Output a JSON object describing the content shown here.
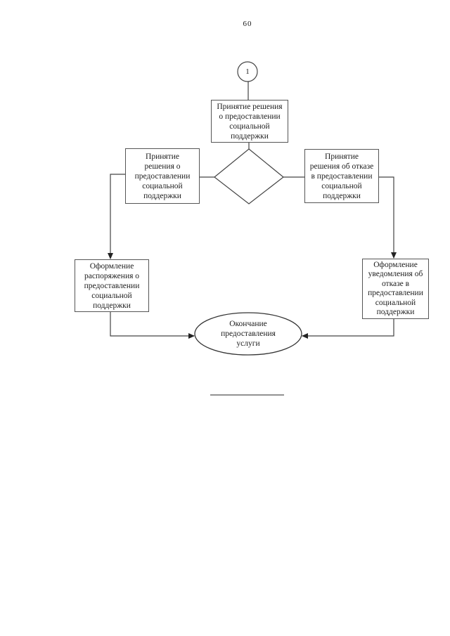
{
  "page": {
    "number": "60"
  },
  "diagram": {
    "start_connector": {
      "label": "1"
    },
    "nodes": {
      "top_process": {
        "lines": [
          "Принятие решения",
          "о предоставлении",
          "социальной",
          "поддержки"
        ]
      },
      "left_process": {
        "lines": [
          "Принятие",
          "решения о",
          "предоставлении",
          "социальной",
          "поддержки"
        ]
      },
      "right_process": {
        "lines": [
          "Принятие",
          "решения об отказе",
          "в предоставлении",
          "социальной",
          "поддержки"
        ]
      },
      "left_output": {
        "lines": [
          "Оформление",
          "распоряжения о",
          "предоставлении",
          "социальной",
          "поддержки"
        ]
      },
      "right_output": {
        "lines": [
          "Оформление",
          "уведомления об",
          "отказе в",
          "предоставлении",
          "социальной",
          "поддержки"
        ]
      },
      "end_terminator": {
        "lines": [
          "Окончание",
          "предоставления",
          "услуги"
        ]
      }
    }
  },
  "colors": {
    "ink": "#444444",
    "border": "#555555",
    "background": "#ffffff",
    "text": "#1c1c1c"
  }
}
